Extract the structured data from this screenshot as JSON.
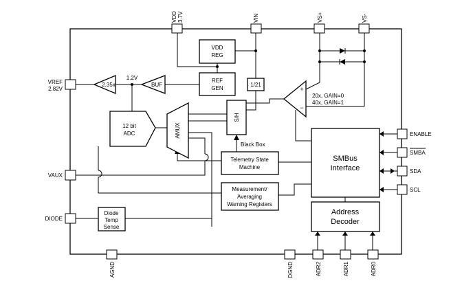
{
  "pins": {
    "vdd": "VDD",
    "vdd_value": "3.7V",
    "vin": "VIN",
    "vs_plus": "VS+",
    "vs_minus": "VS-",
    "vref": "VREF",
    "vref_value": "2.82V",
    "vaux": "VAUX",
    "diode": "DIODE",
    "agnd": "AGND",
    "dgnd": "DGND",
    "adr2": "ADR2",
    "adr1": "ADR1",
    "adr0": "ADR0",
    "enable": "ENABLE",
    "smba": "SMBA",
    "sda": "SDA",
    "scl": "SCL"
  },
  "blocks": {
    "vdd_reg_1": "VDD",
    "vdd_reg_2": "REG",
    "ref_gen_1": "REF",
    "ref_gen_2": "GEN",
    "divider": "1/21",
    "buffer_gain": "2.35x",
    "buf": "BUF",
    "ref_voltage": "1.2V",
    "adc_1": "12 bit",
    "adc_2": "ADC",
    "amux": "AMUX",
    "sh": "S/H",
    "black_box": "Black Box",
    "telemetry_1": "Telemetry State",
    "telemetry_2": "Machine",
    "measure_1": "Measurement/",
    "measure_2": "Averaging",
    "measure_3": "Warning Registers",
    "diode_1": "Diode",
    "diode_2": "Temp",
    "diode_3": "Sense",
    "smbus_1": "SMBus",
    "smbus_2": "Interface",
    "address_1": "Address",
    "address_2": "Decoder",
    "amp_plus": "+",
    "amp_minus": "−",
    "gain_1": "20x, GAIN=0",
    "gain_2": "40x, GAIN=1"
  }
}
